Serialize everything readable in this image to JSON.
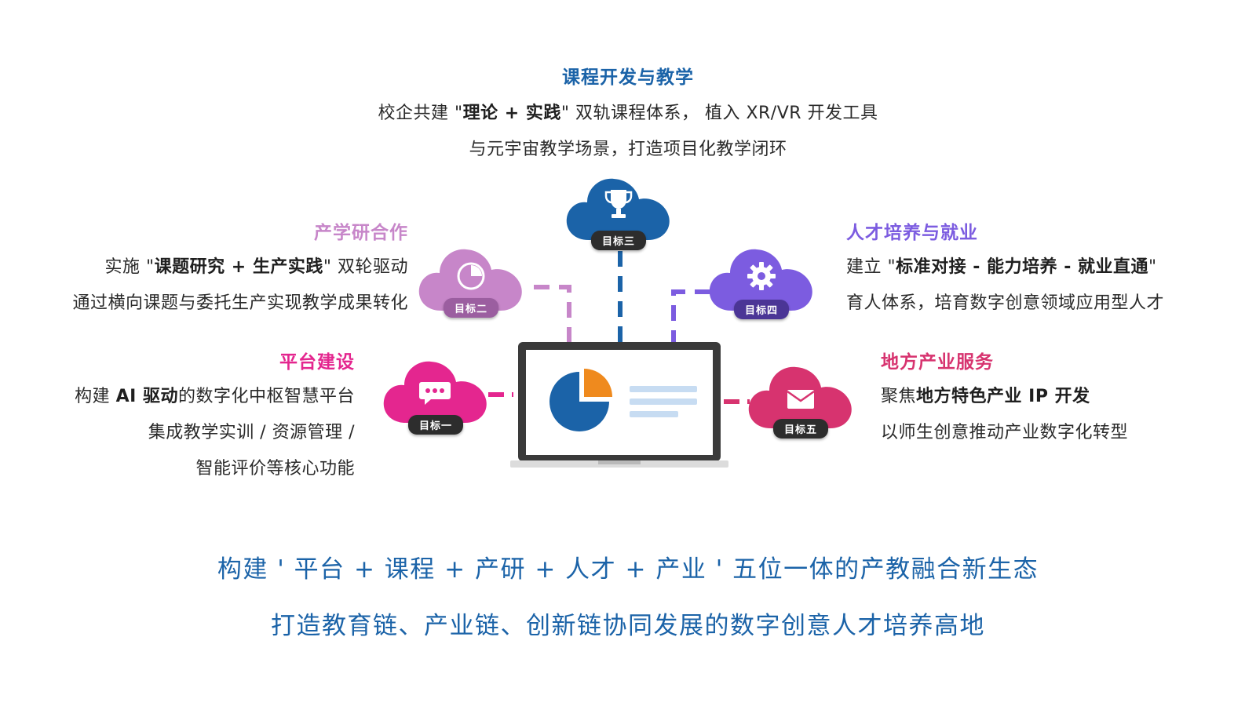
{
  "center": {
    "heading": "课程开发与教学",
    "line1_pre": "校企共建 \"",
    "line1_bold": "理论 + 实践",
    "line1_post": "\" 双轨课程体系， 植入 XR/VR 开发工具",
    "line2": "与元宇宙教学场景，打造项目化教学闭环"
  },
  "goal2": {
    "badge": "目标二",
    "heading": "产学研合作",
    "line1_pre": "实施 \"",
    "line1_bold": "课题研究 + 生产实践",
    "line1_post": "\" 双轮驱动",
    "line2": "通过横向课题与委托生产实现教学成果转化"
  },
  "goal1": {
    "badge": "目标一",
    "heading": "平台建设",
    "line1_pre": "构建 ",
    "line1_bold": "AI 驱动",
    "line1_post": "的数字化中枢智慧平台",
    "line2": "集成教学实训 / 资源管理 /",
    "line3": "智能评价等核心功能"
  },
  "goal3": {
    "badge": "目标三"
  },
  "goal4": {
    "badge": "目标四",
    "heading": "人才培养与就业",
    "line1_pre": "建立 \"",
    "line1_bold": "标准对接 - 能力培养 - 就业直通",
    "line1_post": "\"",
    "line2": "育人体系，培育数字创意领域应用型人才"
  },
  "goal5": {
    "badge": "目标五",
    "heading": "地方产业服务",
    "line1_pre": "聚焦",
    "line1_bold": "地方特色产业 IP 开发",
    "line1_post": "",
    "line2": "以师生创意推动产业数字化转型"
  },
  "footer": {
    "line1": "构建 ' 平台 + 课程 + 产研 + 人才 + 产业 ' 五位一体的产教融合新生态",
    "line2": "打造教育链、产业链、创新链协同发展的数字创意人才培养高地"
  },
  "colors": {
    "goal1": "#e4268f",
    "goal2": "#c786c9",
    "goal3": "#1b63a8",
    "goal4": "#7c5ce0",
    "goal5": "#d7336f",
    "accent_text": "#1b63a8"
  },
  "icons": {
    "goal1": "chat-bubble-icon",
    "goal2": "pie-chart-icon",
    "goal3": "trophy-icon",
    "goal4": "gear-icon",
    "goal5": "envelope-icon",
    "laptop": "laptop-icon"
  }
}
